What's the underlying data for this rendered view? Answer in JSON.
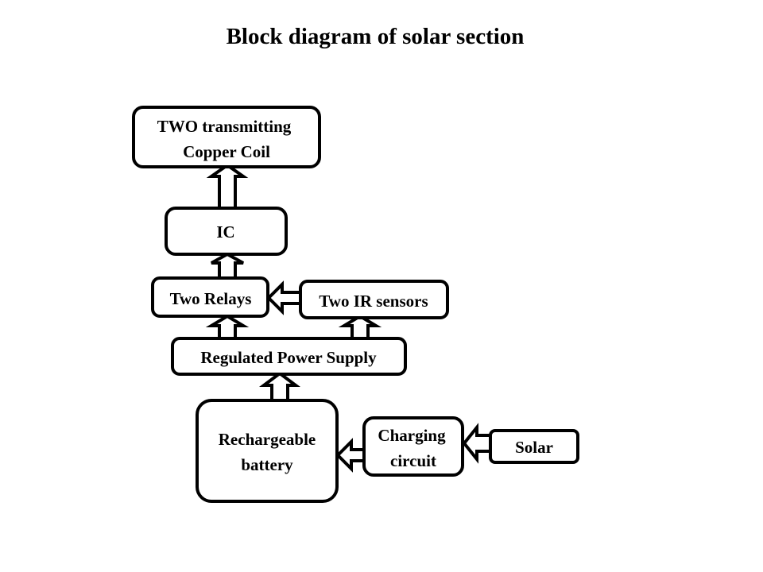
{
  "title": "Block diagram of solar section",
  "blocks": {
    "coil": {
      "line1": "TWO transmitting",
      "line2": "Copper Coil"
    },
    "ic": {
      "label": "IC"
    },
    "relays": {
      "label": "Two Relays"
    },
    "ir_sensors": {
      "label": "Two IR sensors"
    },
    "power_supply": {
      "label": "Regulated Power Supply"
    },
    "battery": {
      "line1": "Rechargeable",
      "line2": "battery"
    },
    "charging": {
      "line1": "Charging",
      "line2": "circuit"
    },
    "solar": {
      "label": "Solar"
    }
  }
}
